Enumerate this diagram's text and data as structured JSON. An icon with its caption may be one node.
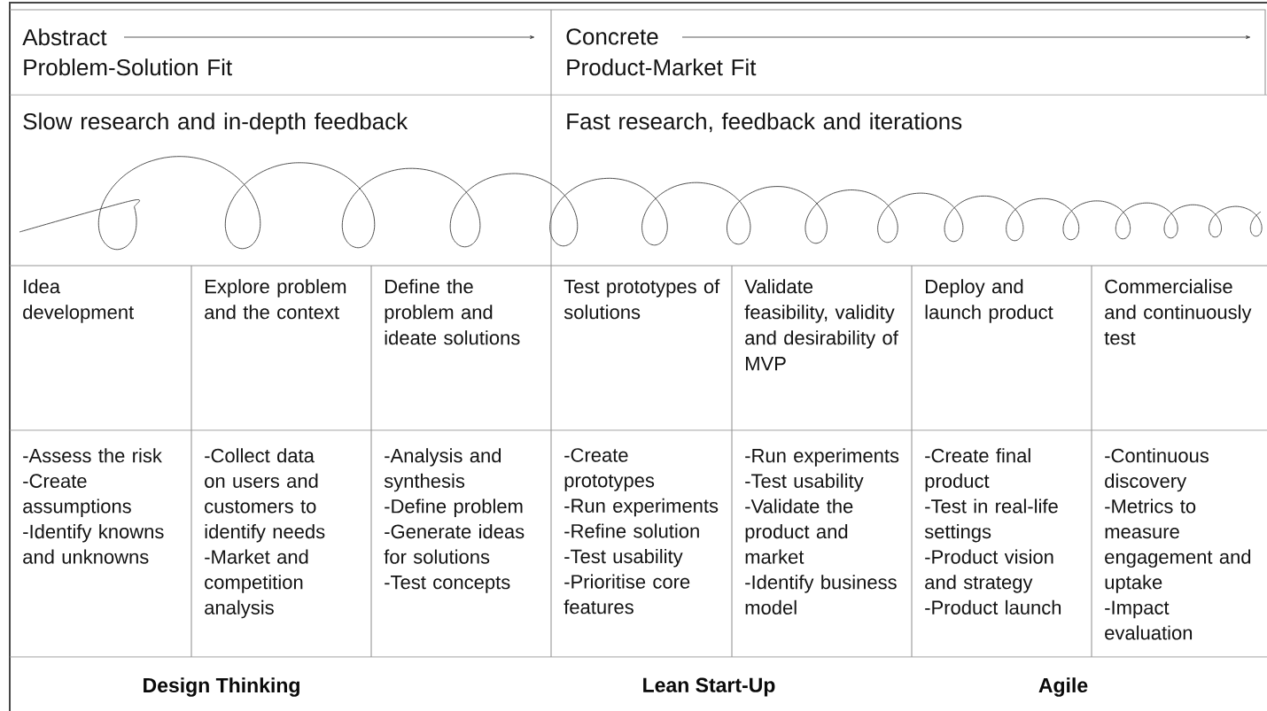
{
  "diagram": {
    "labels": [
      "Abstract",
      "Problem-Solution Fit",
      "Concrete",
      "Product-Market Fit",
      "Slow research and in-depth feedback",
      "Fast research, feedback and iterations",
      "Idea development",
      "Explore problem and the context",
      "Define the problem and ideate solutions",
      "Test prototypes of solutions",
      "Validate feasibility, validity and desirability of MVP",
      "Deploy and launch product",
      "Commercialise and continuously test",
      "-Assess the risk",
      "-Create assumptions",
      "-Identify knowns and unknowns",
      "-Collect data on users and customers to identify needs",
      "-Market and competition analysis",
      "-Analysis and synthesis",
      "-Define problem",
      "-Generate ideas for solutions",
      "-Test concepts",
      "-Create prototypes",
      "-Run experiments",
      "-Refine solution",
      "-Test usability",
      "-Prioritise core features",
      "-Run experiments",
      "-Test usability",
      "-Validate the product and market",
      "-Identify business model",
      "-Create final product",
      "-Test in real-life settings",
      "-Product vision and strategy",
      "-Product launch",
      "-Continuous discovery",
      "-Metrics to measure engagement and uptake",
      "-Impact evaluation",
      "Design Thinking",
      "Lean Start-Up",
      "Agile"
    ]
  }
}
